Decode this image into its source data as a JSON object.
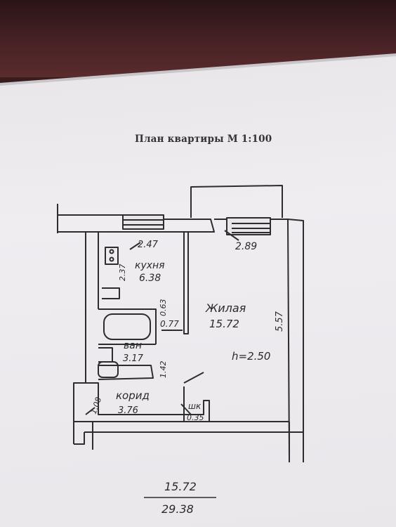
{
  "title": "План квартиры М 1:100",
  "labels": {
    "kitchen_width": "2.47",
    "room_width": "2.89",
    "kitchen_depth": "2.37",
    "kitchen_name": "кухня",
    "kitchen_area": "6.38",
    "bath_dim_1": "0.63",
    "bath_dim_2": "0.77",
    "room_name": "Жилая",
    "room_area": "15.72",
    "room_length": "5.57",
    "ceiling_height": "h=2.50",
    "bath_name": "ван",
    "bath_area": "3.17",
    "corridor_dim": "1.42",
    "corridor_name": "корид",
    "corridor_area": "3.76",
    "corridor_width": "1.08",
    "closet_name": "шк",
    "closet_area": "0.35"
  },
  "totals": {
    "living": "15.72",
    "total": "29.38"
  }
}
